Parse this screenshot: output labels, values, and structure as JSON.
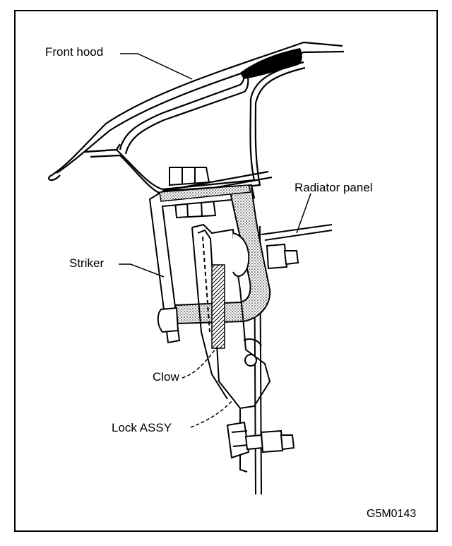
{
  "figure": {
    "labels": {
      "front_hood": "Front hood",
      "radiator_panel": "Radiator panel",
      "striker": "Striker",
      "clow": "Clow",
      "lock_assy": "Lock ASSY"
    },
    "figure_code": "G5M0143"
  }
}
